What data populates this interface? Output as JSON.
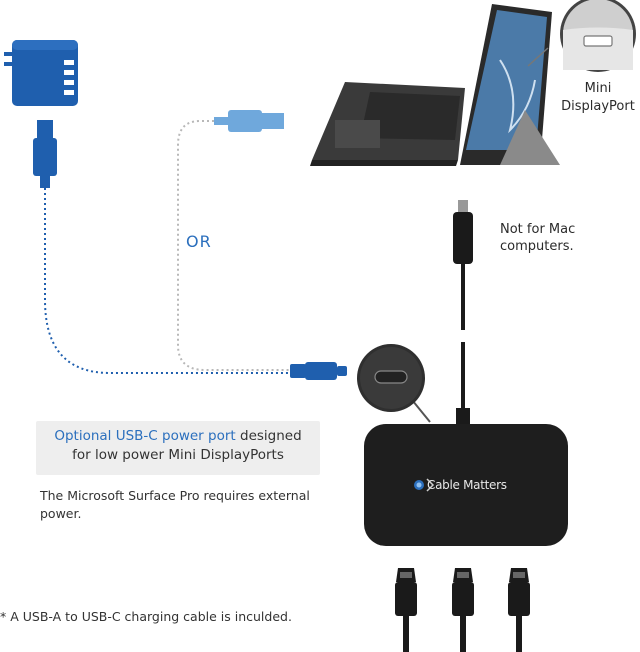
{
  "labels": {
    "mini_displayport": "Mini\nDisplayPort",
    "or": "OR",
    "not_for_mac": "Not for Mac\ncomputers.",
    "callout_highlight": "Optional USB-C power port",
    "callout_rest_line1": " designed",
    "callout_line2": "for low power Mini DisplayPorts",
    "surface_note": "The Microsoft Surface Pro requires external power.",
    "footnote": "* A USB-A to USB-C charging cable is inculded.",
    "hub_brand": "Cable Matters"
  },
  "colors": {
    "accent_blue": "#2b6fbd",
    "cable_blue": "#1f5fae",
    "light_blue": "#6fa8dc",
    "hub_black": "#1e1e1e"
  },
  "icons": [
    "wall-charger-icon",
    "usb-a-plug-icon",
    "usb-c-plug-icon",
    "laptop-icon",
    "displayport-plug-icon",
    "hub-icon"
  ]
}
